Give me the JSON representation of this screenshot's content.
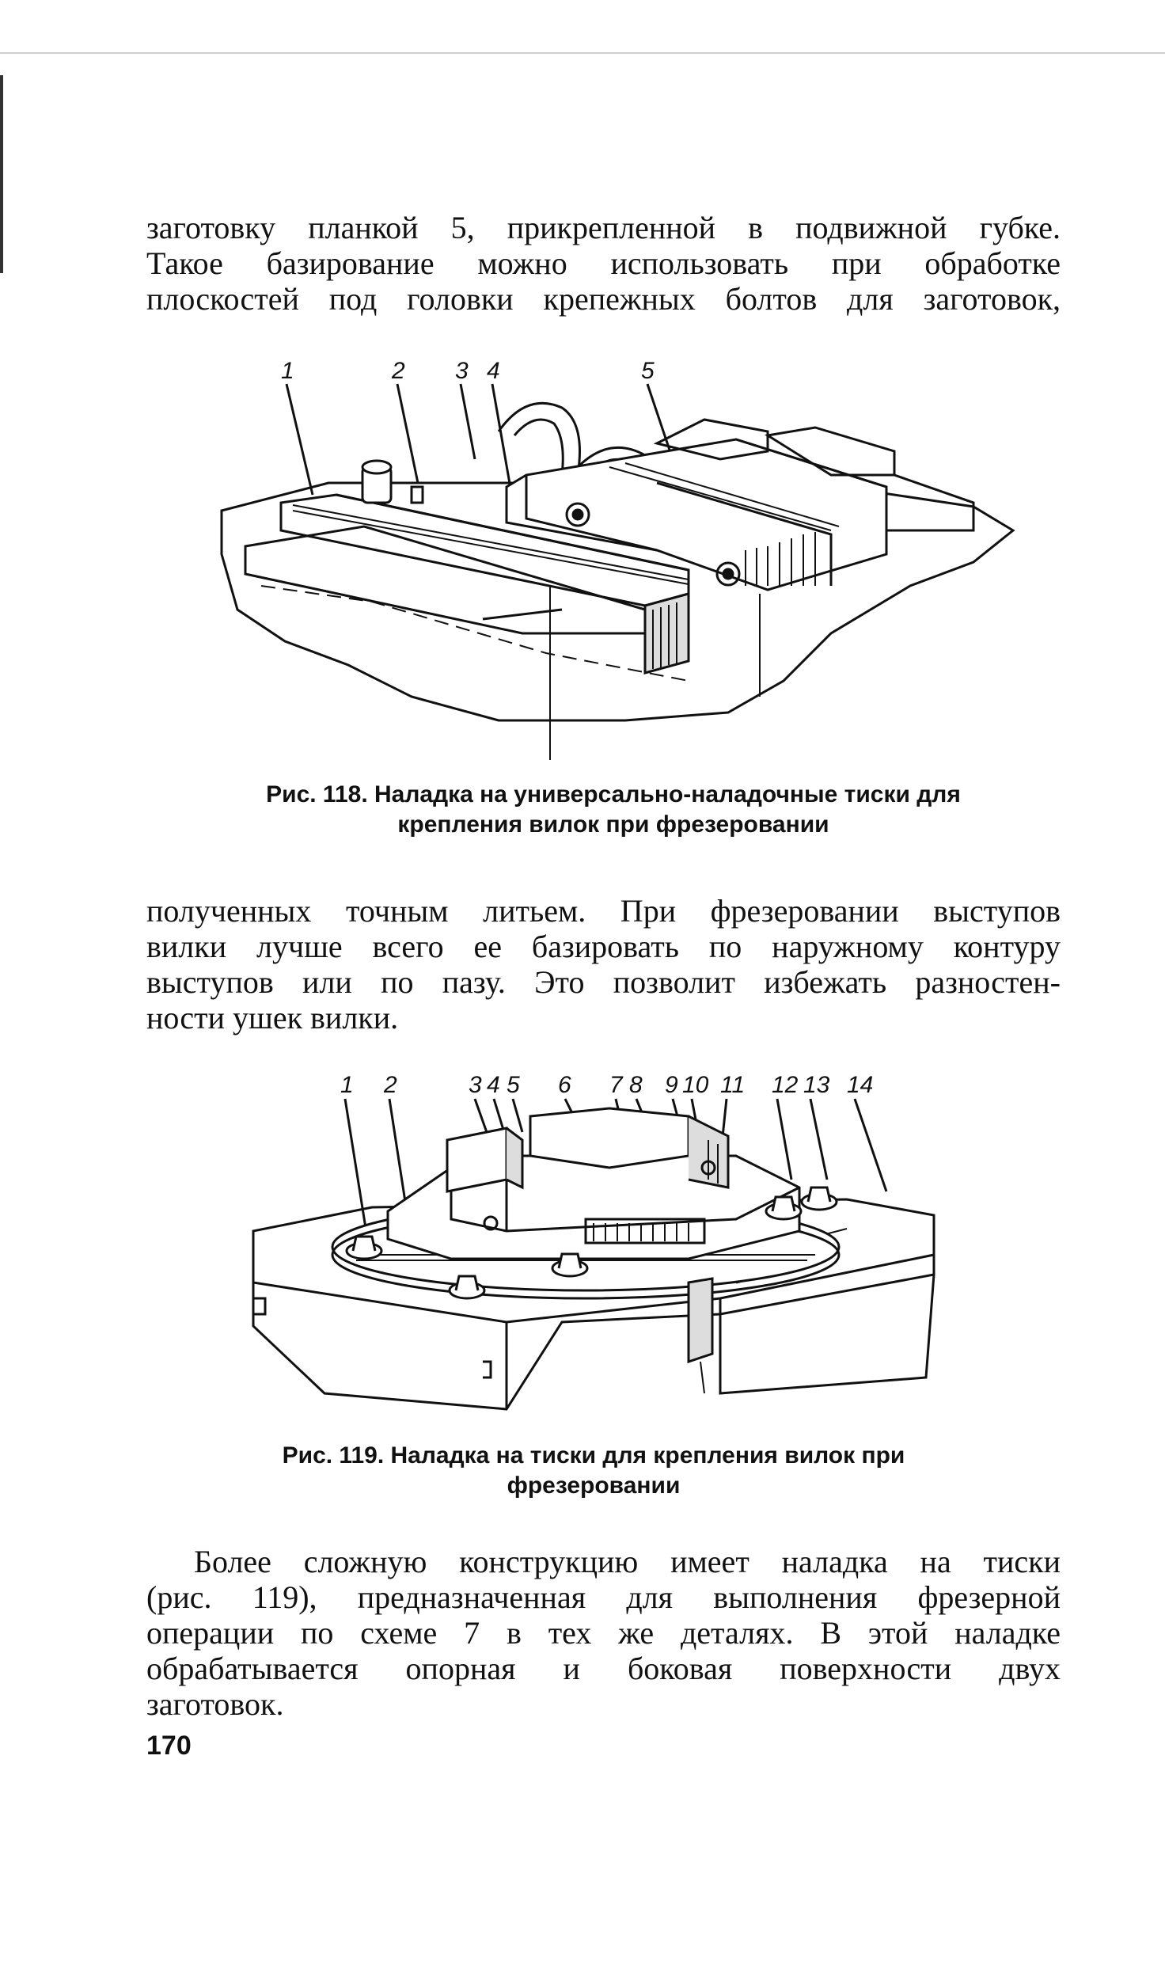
{
  "paragraph_1": {
    "lines": [
      "заготовку планкой 5, прикрепленной в подвижной губке.",
      "Такое базирование можно использовать при обработке",
      "плоскостей под головки крепежных болтов для заготовок,"
    ]
  },
  "figure_118": {
    "callouts": [
      "1",
      "2",
      "3",
      "4",
      "5"
    ],
    "caption_lines": [
      "Рис. 118. Наладка на универсально-наладочные тиски для",
      "крепления вилок при фрезеровании"
    ]
  },
  "paragraph_2": {
    "lines": [
      "полученных точным литьем. При фрезеровании выступов",
      "вилки лучше всего ее базировать по наружному контуру",
      "выступов или по пазу. Это позволит избежать разностен-",
      "ности ушек вилки."
    ]
  },
  "figure_119": {
    "callouts": [
      "1",
      "2",
      "3",
      "4",
      "5",
      "6",
      "7",
      "8",
      "9",
      "10",
      "11",
      "12",
      "13",
      "14"
    ],
    "caption_lines": [
      "Рис. 119. Наладка на тиски для крепления вилок при",
      "фрезеровании"
    ]
  },
  "paragraph_3": {
    "lines": [
      "Более сложную конструкцию имеет наладка на тиски",
      "(рис. 119), предназначенная для выполнения фрезерной",
      "операции по схеме 7 в тех же деталях. В этой наладке",
      "обрабатывается опорная и боковая поверхности двух",
      "заготовок."
    ]
  },
  "page_number": "170"
}
